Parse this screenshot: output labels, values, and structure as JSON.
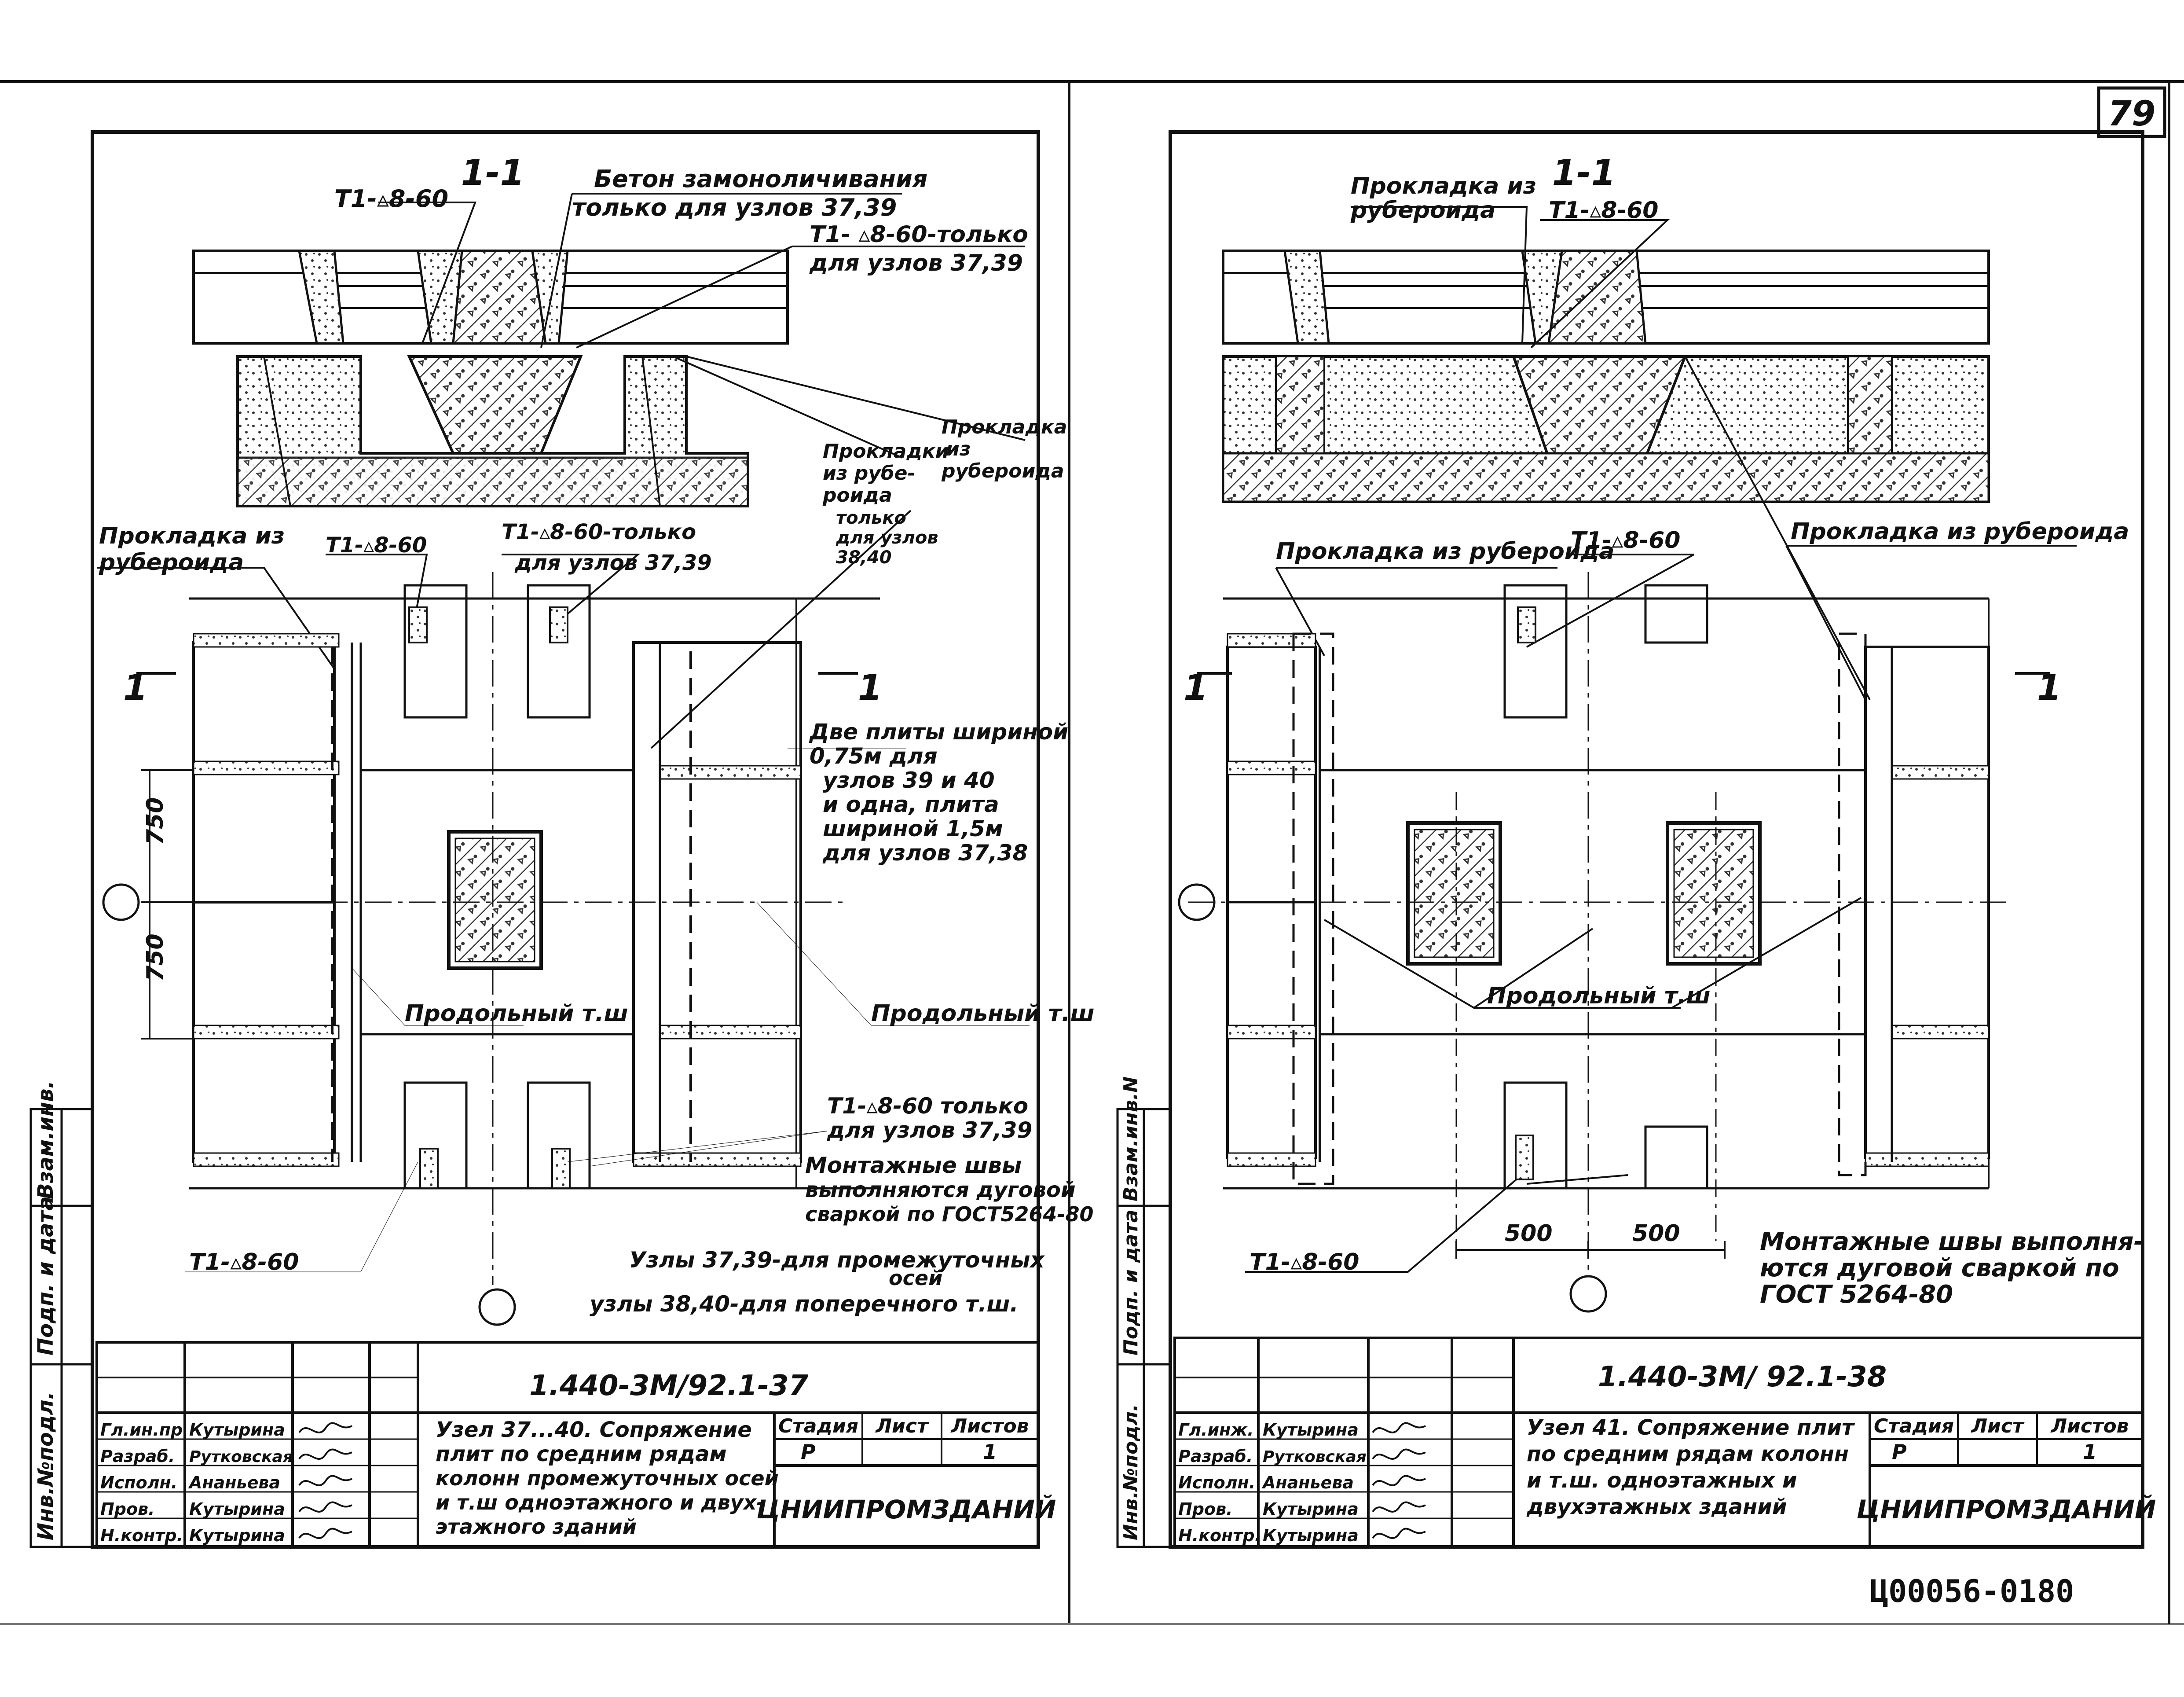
{
  "page_number": "79",
  "archive_code": "Ц00056-01",
  "archive_page": "80",
  "left_sheet": {
    "section_mark": "1-1",
    "section_arrow_left": "1",
    "section_arrow_right": "1",
    "callouts": {
      "concrete": [
        "Бетон замоноличивания",
        "только для узлов 37,39"
      ],
      "t1_top": "Т1-▵8-60",
      "t1_top_right": [
        "Т1- ▵8-60-только",
        "для узлов 37,39"
      ],
      "gasket_right_a": [
        "Прокладки",
        "из рубе-",
        "роида",
        "только",
        "для узлов",
        "38,40"
      ],
      "gasket_right_b": [
        "Прокладка",
        "из",
        "рубероида"
      ],
      "gasket_left": [
        "Прокладка из",
        "рубероида"
      ],
      "t1_mid_left": "Т1-▵8-60",
      "t1_mid_right": [
        "Т1-▵8-60-только",
        "для узлов 37,39"
      ],
      "two_slabs": [
        "Две плиты шириной",
        "0,75м для",
        "узлов 39 и 40",
        "и одна, плита",
        "шириной 1,5м",
        "для узлов 37,38"
      ],
      "dim_upper": "750",
      "dim_lower": "750",
      "longitudinal_left": "Продольный т.ш",
      "longitudinal_right": "Продольный т.ш",
      "t1_bottom_right": [
        "Т1-▵8-60 только",
        "для узлов 37,39"
      ],
      "welds": [
        "Монтажные швы",
        "выполняются дуговой",
        "сваркой по ГОСТ5264-80"
      ],
      "t1_bottom_left": "Т1-▵8-60",
      "nodes_note": [
        "Узлы 37,39-для промежуточных",
        "осей",
        "узлы 38,40-для поперечного т.ш."
      ]
    },
    "title_block": {
      "designation": "1.440-3М/92.1-37",
      "title": [
        "Узел 37...40. Сопряжение",
        "плит по средним рядам",
        "колонн промежуточных осей",
        "и т.ш одноэтажного и двух-",
        "этажного зданий"
      ],
      "stage_label": "Стадия",
      "sheet_label": "Лист",
      "sheets_label": "Листов",
      "stage": "Р",
      "sheet": "",
      "sheets": "1",
      "org": "ЦНИИПРОМЗДАНИЙ",
      "staff": [
        {
          "role": "Гл.ин.пр",
          "name": "Кутырина"
        },
        {
          "role": "Разраб.",
          "name": "Рутковская"
        },
        {
          "role": "Исполн.",
          "name": "Ананьева"
        },
        {
          "role": "Пров.",
          "name": "Кутырина"
        },
        {
          "role": "Н.контр.",
          "name": "Кутырина"
        }
      ],
      "side_labels": [
        "Инв.№подл.",
        "Подп. и дата",
        "Взам.инв."
      ]
    }
  },
  "right_sheet": {
    "section_mark": "1-1",
    "section_arrow_left": "1",
    "section_arrow_right": "1",
    "callouts": {
      "gasket_top": [
        "Прокладка из",
        "рубероида"
      ],
      "t1_top": "Т1-▵8-60",
      "gasket_left": "Прокладка из рубероида",
      "t1_mid": "Т1-▵8-60",
      "gasket_right": "Прокладка из рубероида",
      "longitudinal": "Продольный т.ш",
      "dim_a": "500",
      "dim_b": "500",
      "t1_bottom": "Т1-▵8-60",
      "welds": [
        "Монтажные швы выполня-",
        "ются дуговой сваркой по",
        "ГОСТ 5264-80"
      ]
    },
    "title_block": {
      "designation": "1.440-3М/ 92.1-38",
      "title": [
        "Узел 41. Сопряжение плит",
        "по средним рядам колонн",
        "и т.ш. одноэтажных и",
        "двухэтажных зданий"
      ],
      "stage_label": "Стадия",
      "sheet_label": "Лист",
      "sheets_label": "Листов",
      "stage": "Р",
      "sheet": "",
      "sheets": "1",
      "org": "ЦНИИПРОМЗДАНИЙ",
      "staff": [
        {
          "role": "Гл.инж.",
          "name": "Кутырина"
        },
        {
          "role": "Разраб.",
          "name": "Рутковская"
        },
        {
          "role": "Исполн.",
          "name": "Ананьева"
        },
        {
          "role": "Пров.",
          "name": "Кутырина"
        },
        {
          "role": "Н.контр.",
          "name": "Кутырина"
        }
      ],
      "side_labels": [
        "Инв.№подл.",
        "Подп. и дата",
        "Взам.инв.N"
      ]
    }
  },
  "colors": {
    "ink": "#111111",
    "paper": "#ffffff",
    "hatch": "#333333"
  }
}
